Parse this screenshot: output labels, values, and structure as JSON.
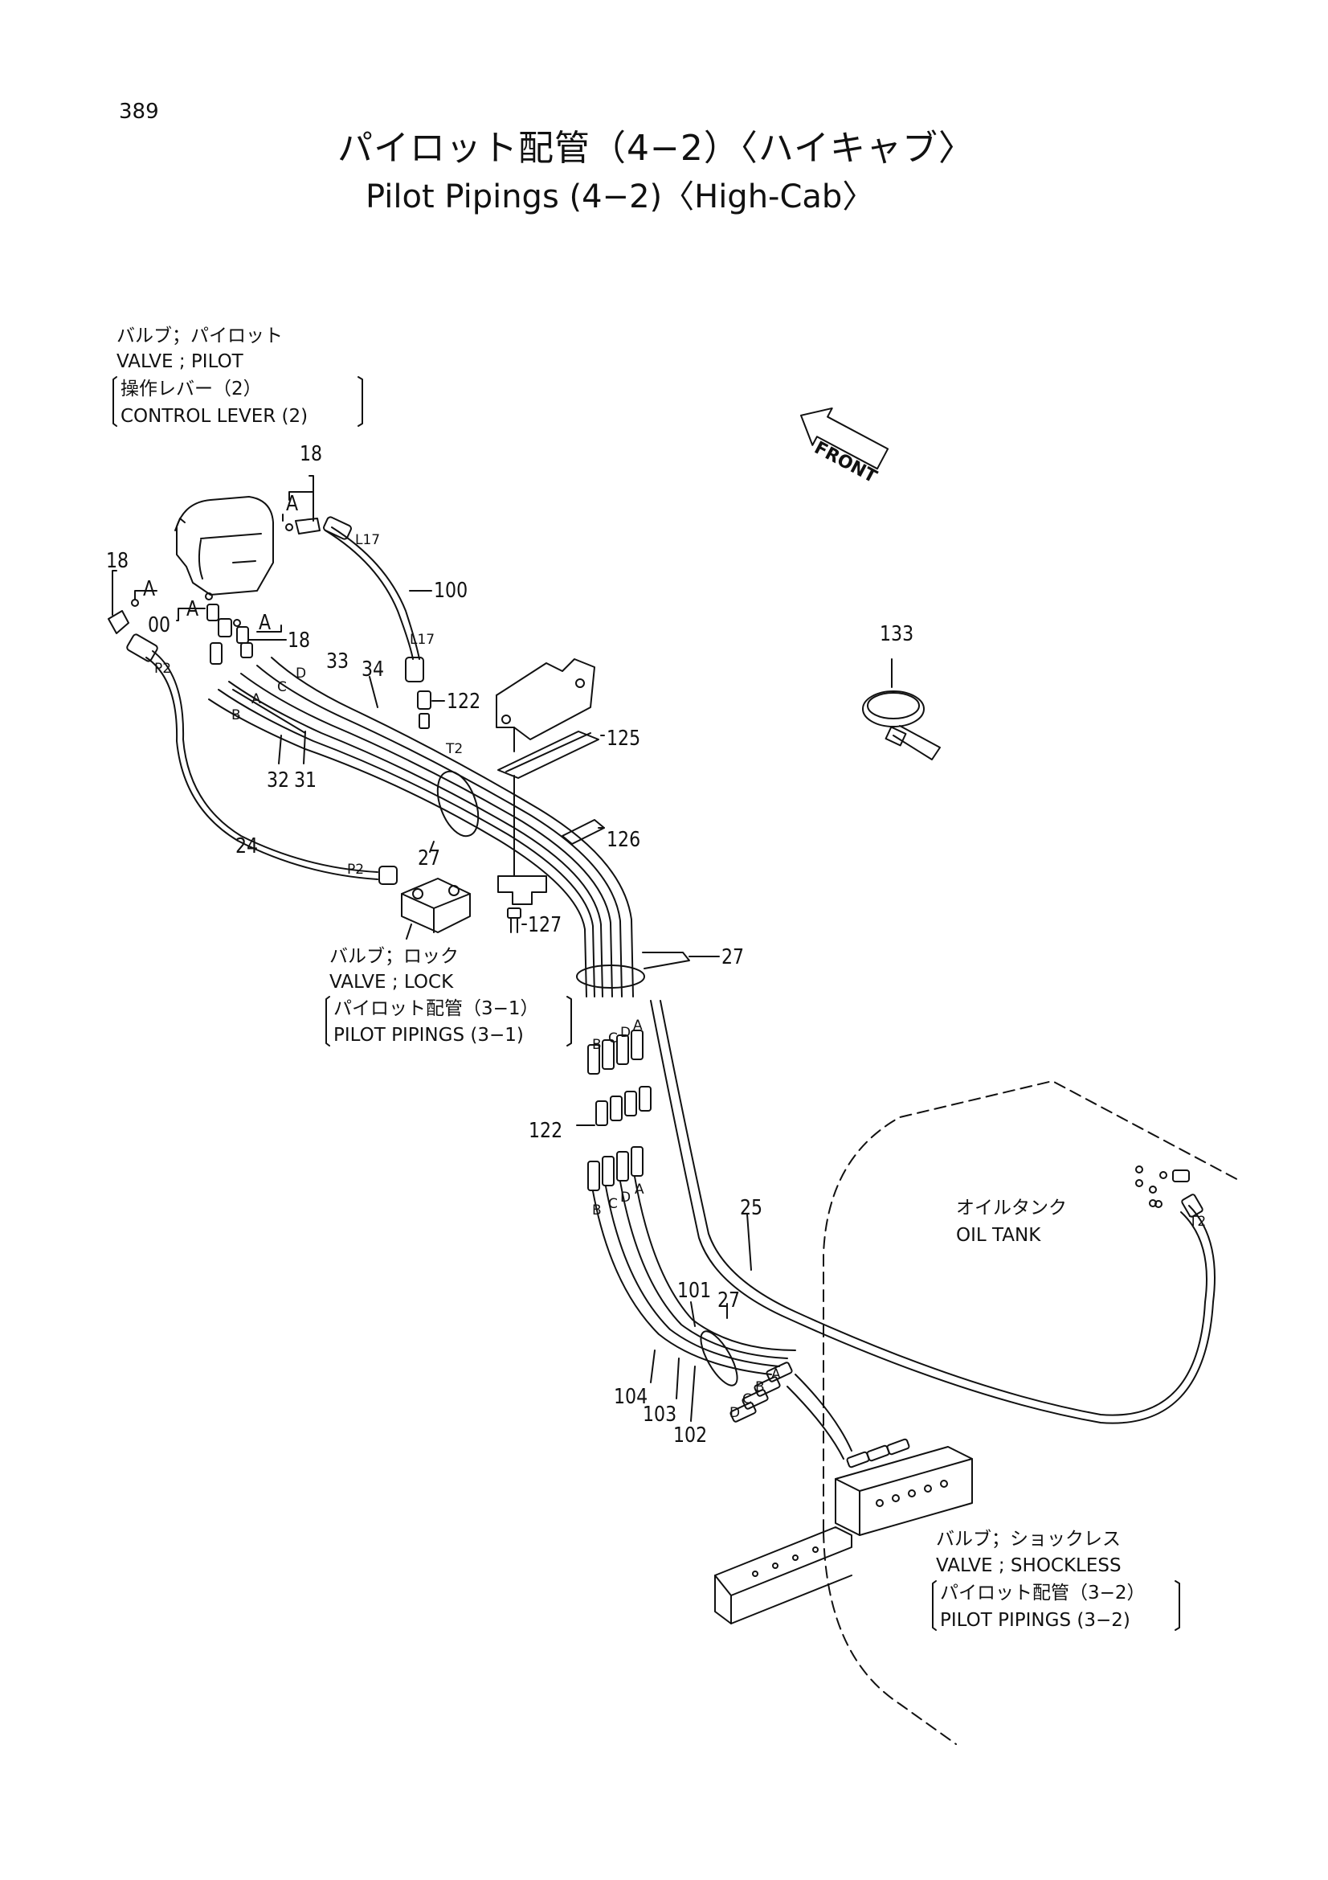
{
  "page_number": "389",
  "title_jp": "パイロット配管（4−2）〈ハイキャブ〉",
  "title_en": "Pilot Pipings (4−2)〈High-Cab〉",
  "front_label": "FRONT",
  "callouts": {
    "valve_pilot": {
      "jp": "バルブ；パイロット",
      "en": "VALVE ; PILOT",
      "sub_jp": "操作レバー（2）",
      "sub_en": "CONTROL LEVER (2)"
    },
    "valve_lock": {
      "jp": "バルブ；ロック",
      "en": "VALVE ; LOCK",
      "sub_jp": "パイロット配管（3−1）",
      "sub_en": "PILOT PIPINGS (3−1)"
    },
    "oil_tank": {
      "jp": "オイルタンク",
      "en": "OIL TANK"
    },
    "valve_shockless": {
      "jp": "バルブ；ショックレス",
      "en": "VALVE ; SHOCKLESS",
      "sub_jp": "パイロット配管（3−2）",
      "sub_en": "PILOT PIPINGS (3−2)"
    }
  },
  "part_numbers": {
    "p18_top": "18",
    "p18_left": "18",
    "p18_mid": "18",
    "p00": "00",
    "p100": "100",
    "p33": "33",
    "p34": "34",
    "p122_top": "122",
    "p122_mid": "122",
    "p125": "125",
    "p133": "133",
    "p32": "32",
    "p31": "31",
    "p24": "24",
    "p27_a": "27",
    "p27_b": "27",
    "p27_c": "27",
    "p126": "126",
    "p127": "127",
    "p25": "25",
    "p101": "101",
    "p104": "104",
    "p103": "103",
    "p102": "102"
  },
  "port_letters": {
    "A": "A",
    "B": "B",
    "C": "C",
    "D": "D",
    "P2": "P2",
    "T2": "T2",
    "L17": "L17"
  }
}
